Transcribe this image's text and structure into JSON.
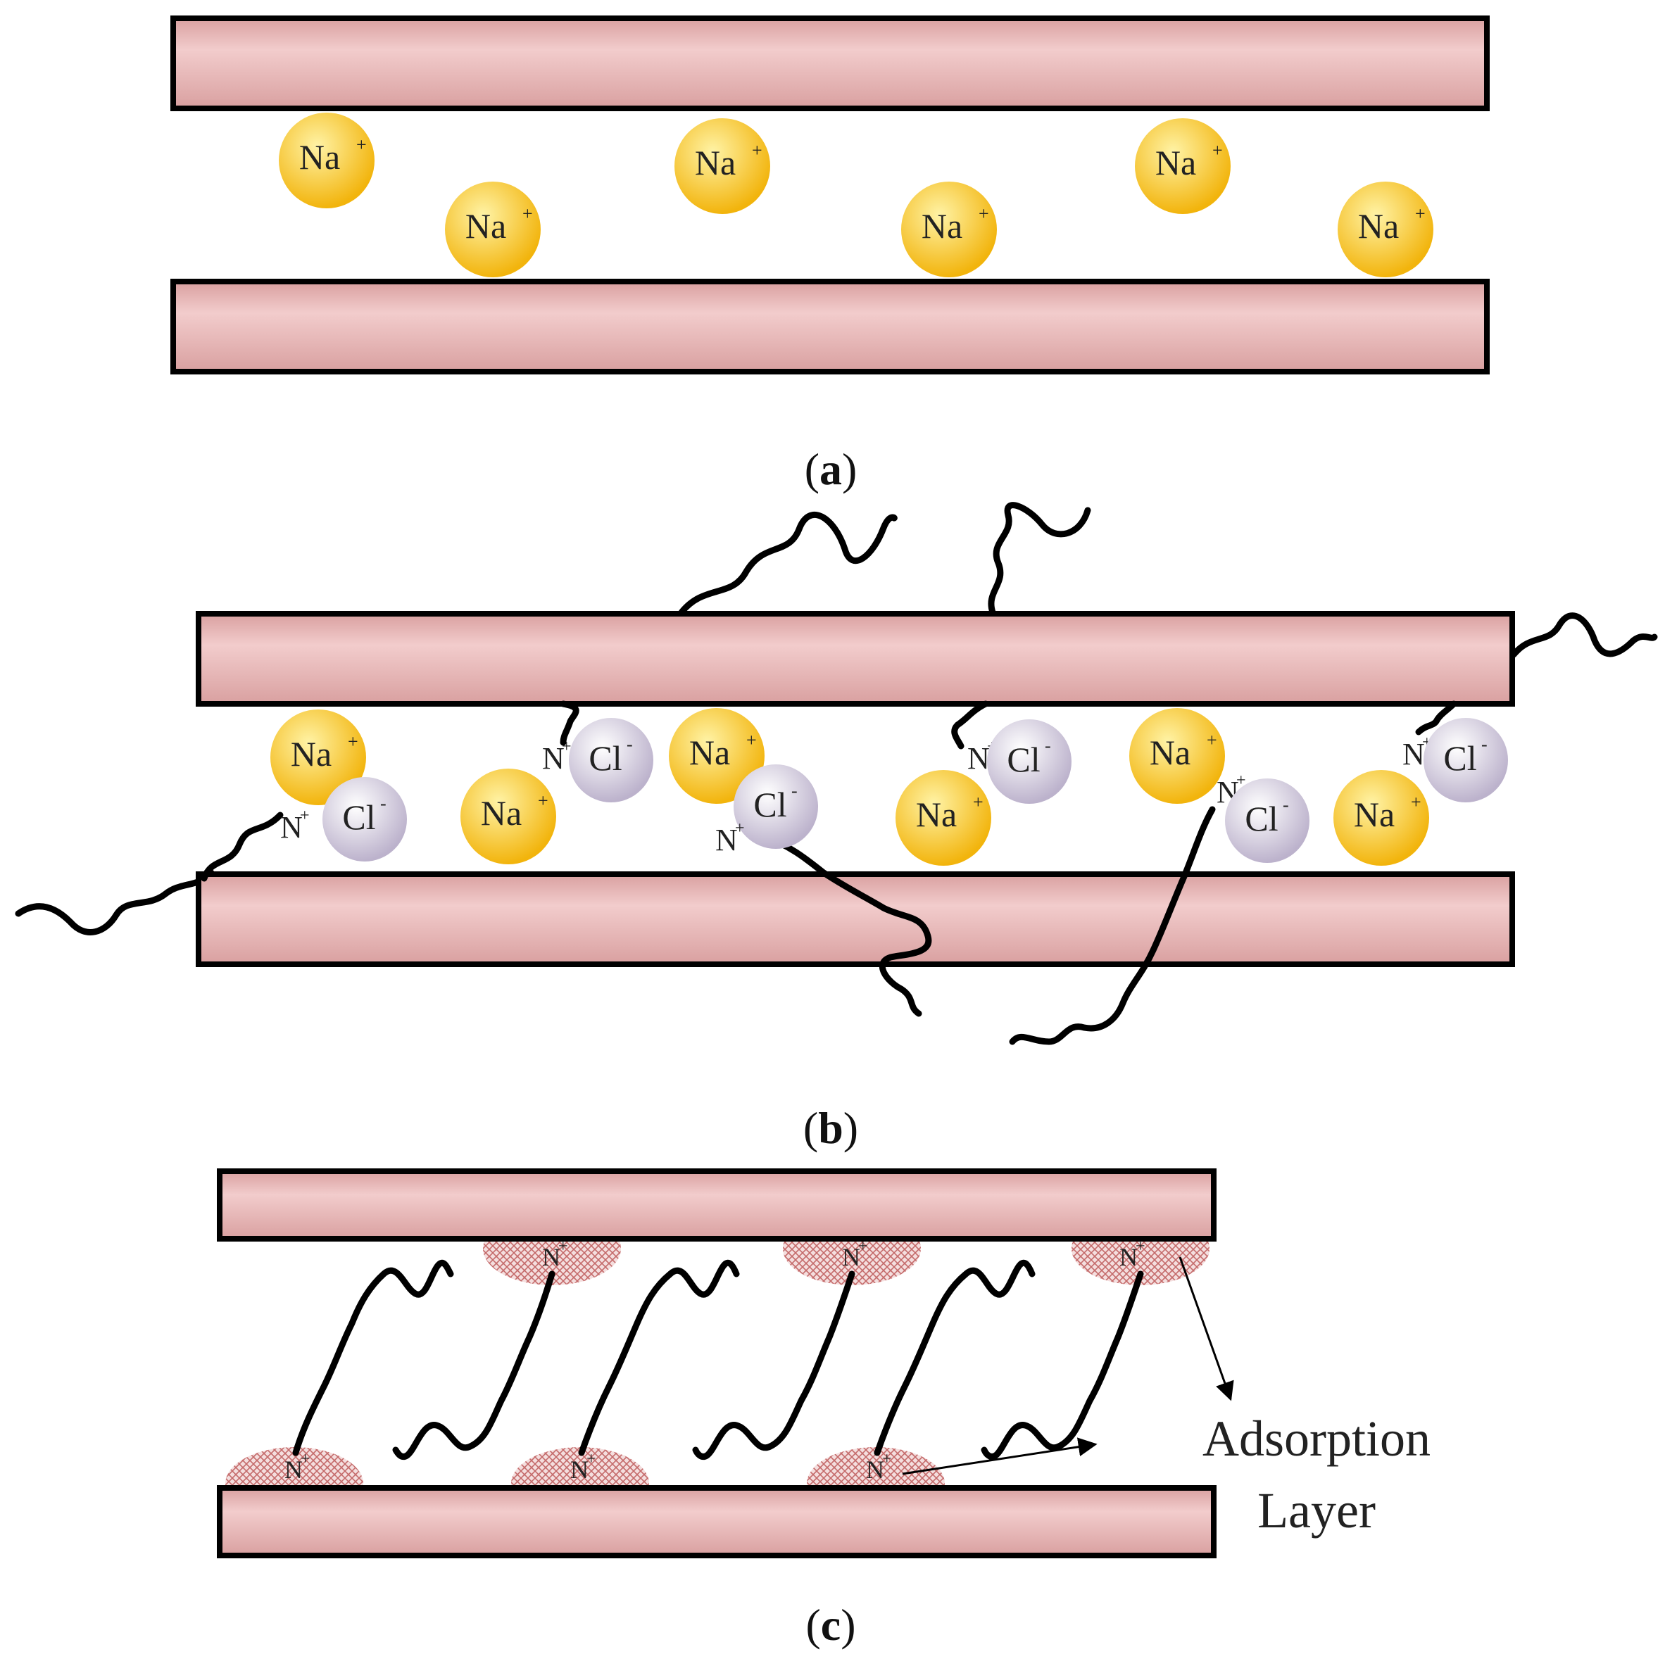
{
  "colors": {
    "plate_light": "#f2cccc",
    "plate_dark": "#d9a0a0",
    "sodium_light": "#fff3a6",
    "sodium_dark": "#f2b40c",
    "chloride_light": "#ffffff",
    "chloride_dark": "#bcb2cc",
    "adsorption": "#d88a8a"
  },
  "icons": {
    "clay_layer": "rectangle-plate",
    "sodium_ion": "gold-sphere",
    "chloride_ion": "lavender-sphere",
    "surfactant_chain": "wavy-line",
    "adsorption_patch": "crosshatched-ellipse",
    "pointer": "arrow"
  },
  "ions": {
    "sodium": {
      "symbol": "Na",
      "charge": "+"
    },
    "chloride": {
      "symbol": "Cl",
      "charge": "-"
    },
    "nitrogen": {
      "symbol": "N",
      "charge": "+"
    }
  },
  "panels": {
    "a": {
      "caption_open": "(",
      "caption_letter": "a",
      "caption_close": ")"
    },
    "b": {
      "caption_open": "(",
      "caption_letter": "b",
      "caption_close": ")"
    },
    "c": {
      "caption_open": "(",
      "caption_letter": "c",
      "caption_close": ")"
    }
  },
  "annotation": {
    "line1": "Adsorption",
    "line2": "Layer"
  }
}
